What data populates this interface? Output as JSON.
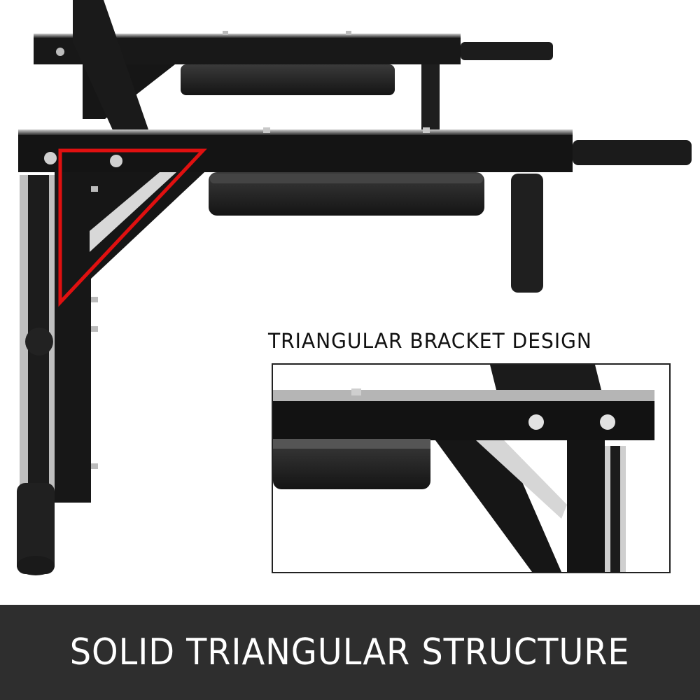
{
  "product_image": {
    "subject": "wall-mounted dip station",
    "highlight_shape": "triangle",
    "highlight_color": "#e01010",
    "frame_color": "#141414"
  },
  "inset": {
    "caption": "TRIANGULAR BRACKET DESIGN",
    "border_color": "#222222"
  },
  "banner": {
    "text": "SOLID TRIANGULAR STRUCTURE",
    "background": "#2e2e2e",
    "text_color": "#ffffff"
  }
}
